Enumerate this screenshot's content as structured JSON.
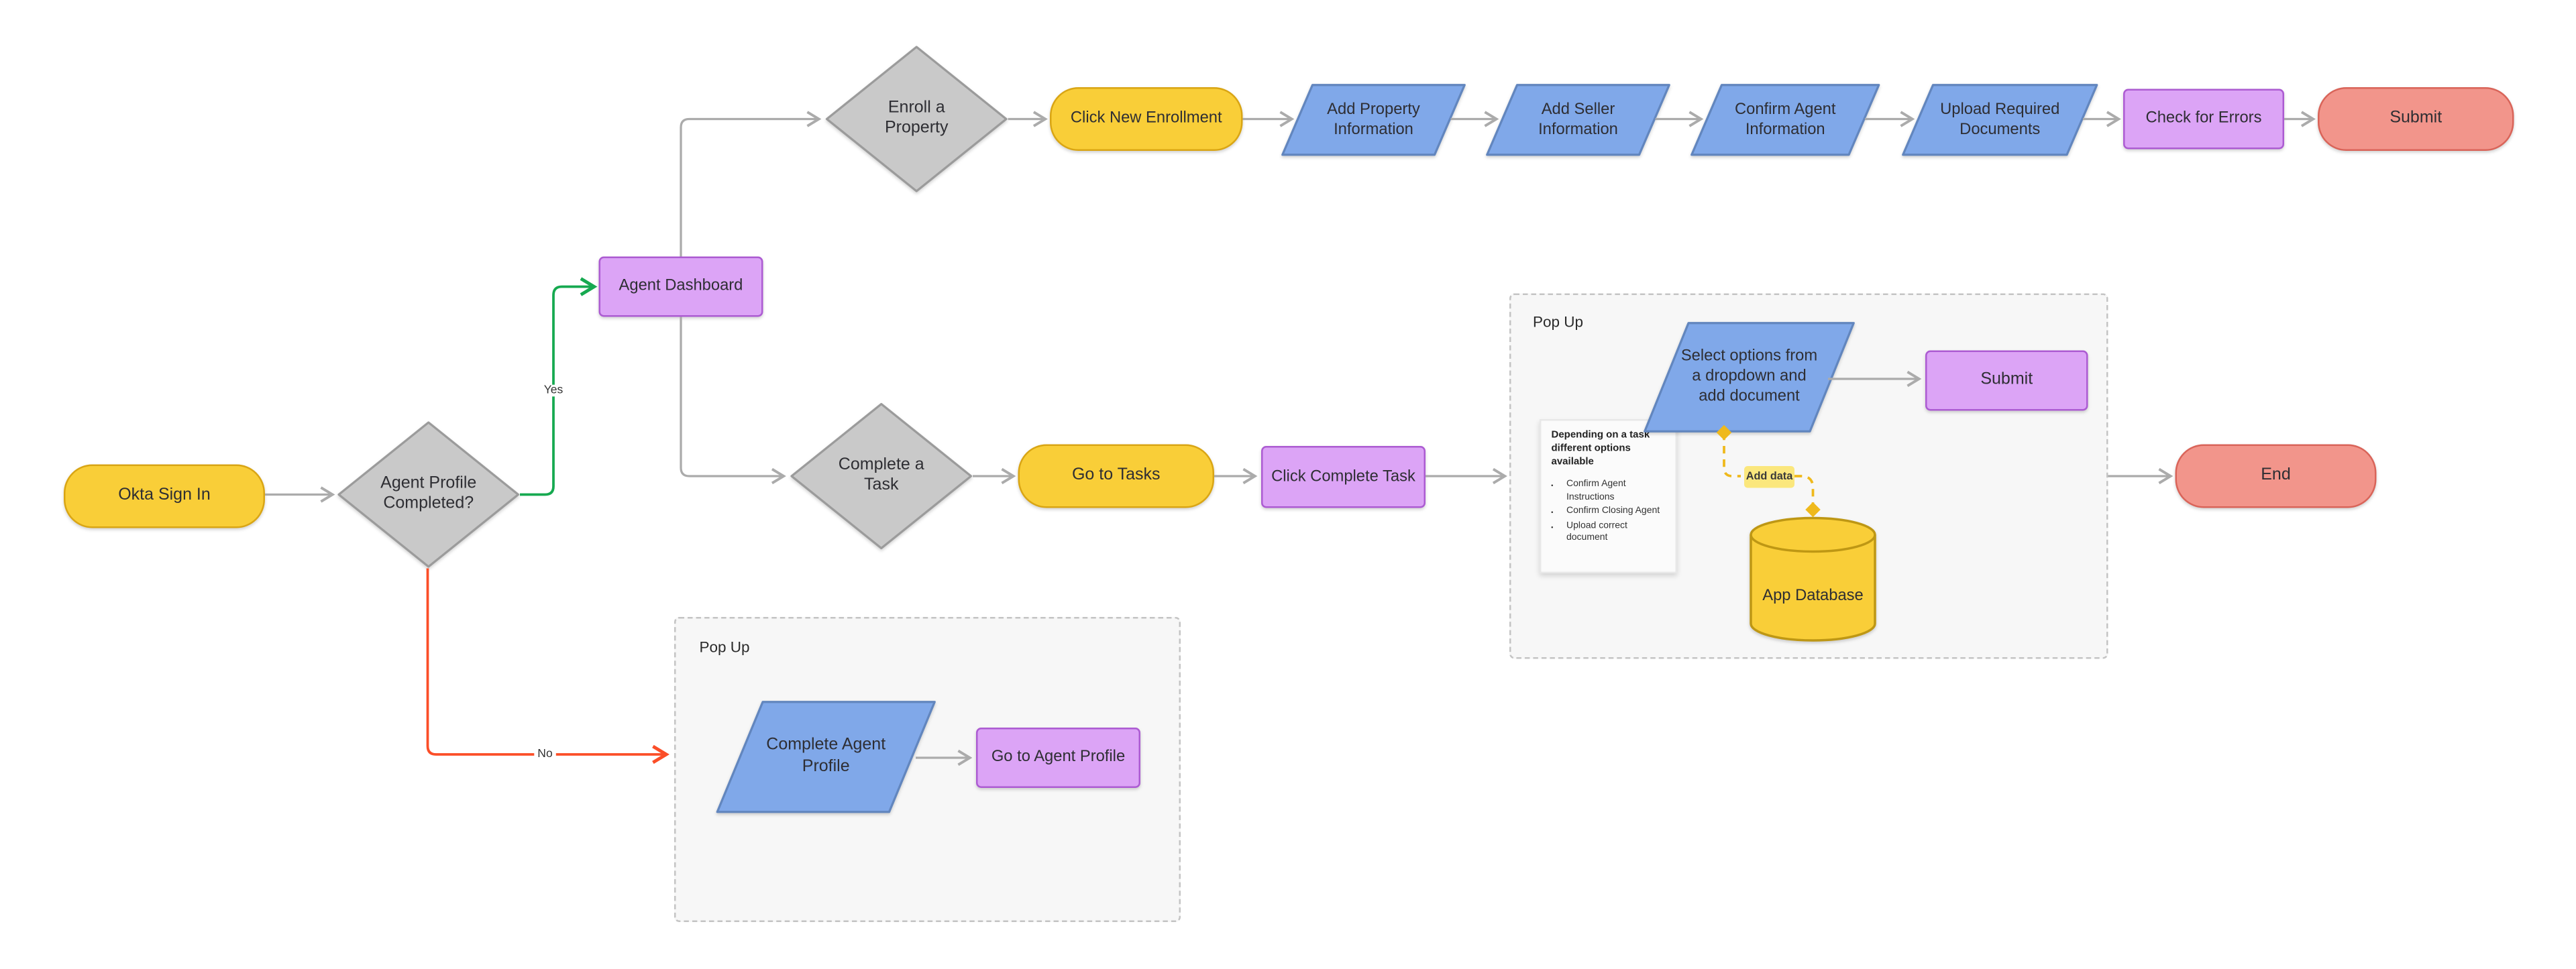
{
  "nodes": {
    "okta_sign_in": {
      "label": "Okta Sign In"
    },
    "agent_profile_completed": {
      "label": "Agent Profile Completed?"
    },
    "agent_dashboard": {
      "label": "Agent Dashboard"
    },
    "enroll_a_property": {
      "label": "Enroll a Property"
    },
    "click_new_enrollment": {
      "label": "Click New Enrollment"
    },
    "add_property_information": {
      "label": "Add Property Information"
    },
    "add_seller_information": {
      "label": "Add Seller Information"
    },
    "confirm_agent_information": {
      "label": "Confirm Agent Information"
    },
    "upload_required_documents": {
      "label": "Upload Required Documents"
    },
    "check_for_errors": {
      "label": "Check for Errors"
    },
    "submit_enrollment": {
      "label": "Submit"
    },
    "complete_a_task": {
      "label": "Complete a Task"
    },
    "go_to_tasks": {
      "label": "Go to Tasks"
    },
    "click_complete_task": {
      "label": "Click Complete Task"
    },
    "select_options": {
      "label": "Select options from a dropdown and add document"
    },
    "submit_task": {
      "label": "Submit"
    },
    "app_database": {
      "label": "App Database"
    },
    "end": {
      "label": "End"
    },
    "complete_agent_profile": {
      "label": "Complete Agent Profile"
    },
    "go_to_agent_profile": {
      "label": "Go to Agent Profile"
    }
  },
  "edge_labels": {
    "yes": "Yes",
    "no": "No",
    "add_data": "Add data"
  },
  "containers": {
    "popup_task": {
      "title": "Pop Up"
    },
    "popup_profile": {
      "title": "Pop Up"
    }
  },
  "note": {
    "title": "Depending on a task different options available",
    "bullets": [
      "Confirm Agent Instructions",
      "Confirm Closing Agent",
      "Upload correct document"
    ]
  },
  "colors": {
    "yellow": "#F9CE38",
    "yellow_border": "#D9A514",
    "gray": "#C9C9C9",
    "gray_border": "#9B9B9B",
    "purple": "#DCA4F6",
    "purple_border": "#AC5BD2",
    "blue": "#80A8E9",
    "blue_border": "#6286BE",
    "salmon": "#F2958B",
    "salmon_border": "#D96459",
    "green": "#16A950",
    "red": "#FB4E28",
    "gold": "#EFB91C",
    "gold_fill": "#FBE77D",
    "connector": "#ABABAB",
    "container_bg": "#F7F7F7",
    "container_border": "#C4C4C4"
  }
}
